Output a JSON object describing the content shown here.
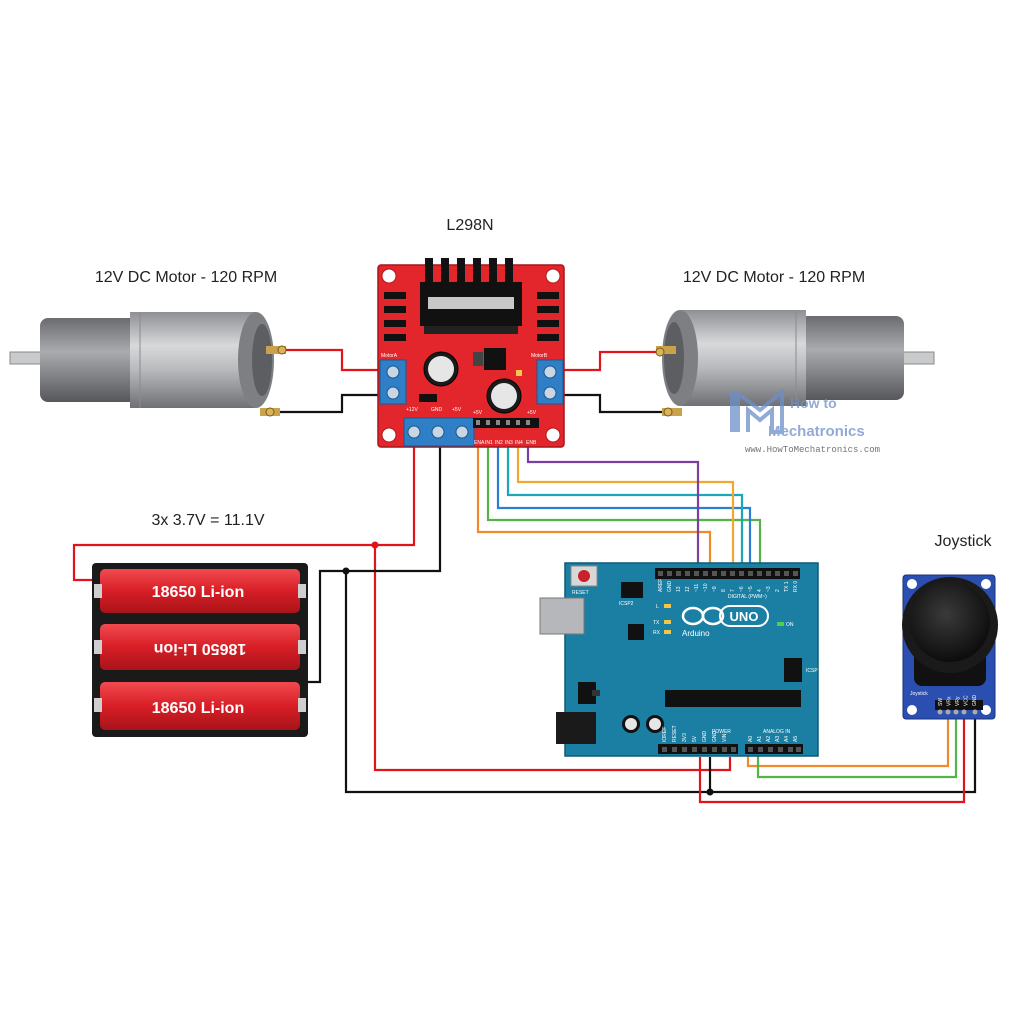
{
  "labels": {
    "driver_title": "L298N",
    "motor_left": "12V DC Motor - 120 RPM",
    "motor_right": "12V DC Motor - 120 RPM",
    "battery_note": "3x 3.7V = 11.1V",
    "joystick_title": "Joystick"
  },
  "driver": {
    "motor_a": "MotorA",
    "motor_b": "MotorB",
    "power_12v": "+12V",
    "power_gnd": "GND",
    "power_5v": "+5V",
    "plus5v_left": "+5V",
    "plus5v_right": "+5V",
    "pins": [
      "ENA",
      "IN1",
      "IN2",
      "IN3",
      "IN4",
      "ENB"
    ]
  },
  "battery": {
    "cells": [
      "18650 Li-ion",
      "18650 Li-ion",
      "18650 Li-ion"
    ]
  },
  "arduino": {
    "brand": "Arduino",
    "model": "UNO",
    "reset": "RESET",
    "icsp2": "ICSP2",
    "icsp": "ICSP",
    "on": "ON",
    "led_l": "L",
    "led_tx": "TX",
    "led_rx": "RX",
    "digital_label": "DIGITAL (PWM~)",
    "power_label": "POWER",
    "analog_label": "ANALOG IN",
    "digital_pins": [
      "AREF",
      "GND",
      "13",
      "12",
      "~11",
      "~10",
      "~9",
      "8",
      "7",
      "~6",
      "~5",
      "4",
      "~3",
      "2",
      "TX 1",
      "RX 0"
    ],
    "power_pins": [
      "IOREF",
      "RESET",
      "3V3",
      "5V",
      "GND",
      "GND",
      "VIN"
    ],
    "analog_pins": [
      "A0",
      "A1",
      "A2",
      "A3",
      "A4",
      "A5"
    ]
  },
  "joystick": {
    "board_label": "Joystick",
    "pins": [
      "SW",
      "VRx",
      "VRy",
      "VCC",
      "GND"
    ]
  },
  "watermark": {
    "line1": "How to",
    "line2": "Mechatronics",
    "url": "www.HowToMechatronics.com"
  },
  "colors": {
    "wire_red": "#e0141a",
    "wire_black": "#111111",
    "wire_purple": "#7a3fa0",
    "wire_blue": "#2a7fd4",
    "wire_teal": "#1aa7b8",
    "wire_green": "#55b447",
    "wire_orange": "#f08a2a",
    "driver_board": "#e3262b",
    "arduino_board": "#1b7fa3",
    "joystick_board": "#2b4fb0",
    "battery_cell": "#e8232c"
  }
}
